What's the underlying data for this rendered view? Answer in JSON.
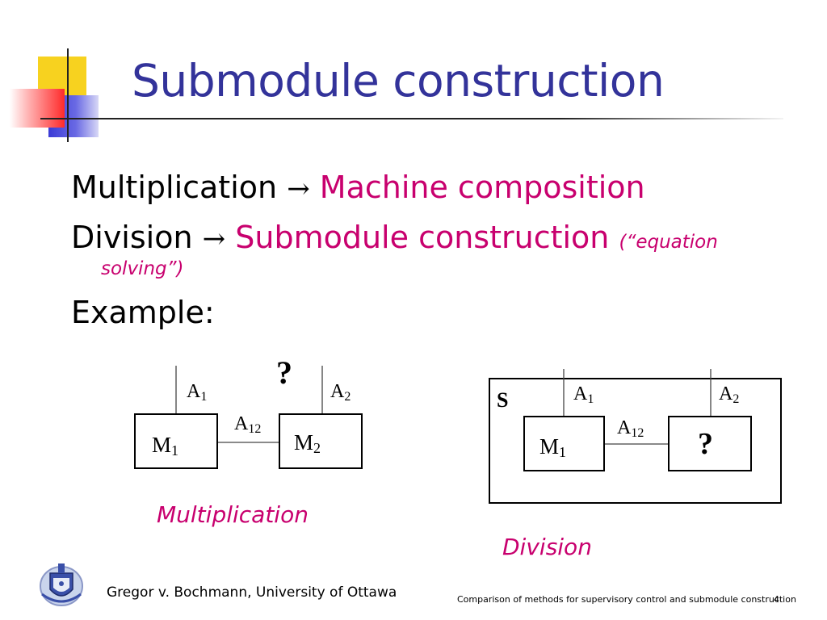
{
  "title": "Submodule construction",
  "lines": {
    "l1_left": "Multiplication",
    "l1_right": "Machine composition",
    "l2_left": "Division",
    "l2_right": "Submodule construction",
    "l2_note_a": "(“equation",
    "l2_note_b": "solving”)",
    "l3": "Example:",
    "arrow": "→"
  },
  "mult": {
    "a1": "A",
    "a1_sub": "1",
    "a2": "A",
    "a2_sub": "2",
    "a12": "A",
    "a12_sub": "12",
    "m1": "M",
    "m1_sub": "1",
    "m2": "M",
    "m2_sub": "2",
    "unknown": "?",
    "caption": "Multiplication"
  },
  "div": {
    "s": "S",
    "a1": "A",
    "a1_sub": "1",
    "a2": "A",
    "a2_sub": "2",
    "a12": "A",
    "a12_sub": "12",
    "m1": "M",
    "m1_sub": "1",
    "unknown": "?",
    "caption": "Division"
  },
  "footer": {
    "author": "Gregor v. Bochmann, University of Ottawa",
    "context": "Comparison of methods for supervisory control and submodule construction",
    "page": "4"
  },
  "colors": {
    "title": "#33339a",
    "accent": "#c8006e"
  },
  "icons": {
    "logo": "university-crest-icon"
  }
}
